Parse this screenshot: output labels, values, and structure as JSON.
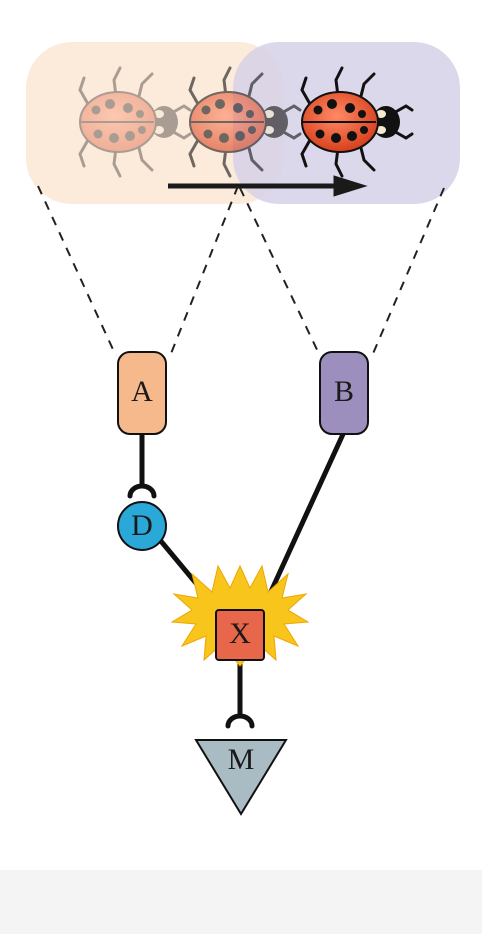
{
  "nodes": {
    "a": {
      "label": "A",
      "color": "#f6b98b"
    },
    "b": {
      "label": "B",
      "color": "#9d8fbd"
    },
    "d": {
      "label": "D",
      "color": "#2aa9d8"
    },
    "x": {
      "label": "X",
      "color": "#e8674a"
    },
    "m": {
      "label": "M",
      "color": "#a9bcc3"
    }
  },
  "receptive_fields": {
    "a_color": "#fbe6d3",
    "b_color": "#d6d1e8"
  },
  "motion_arrow": {
    "direction": "right",
    "color": "#1a1a1a"
  },
  "coincidence_burst": {
    "color": "#f7c51c"
  },
  "ladybugs": [
    {
      "name": "ghost-1",
      "opacity": 0.35
    },
    {
      "name": "ghost-2",
      "opacity": 0.6
    },
    {
      "name": "current",
      "opacity": 1.0
    }
  ]
}
